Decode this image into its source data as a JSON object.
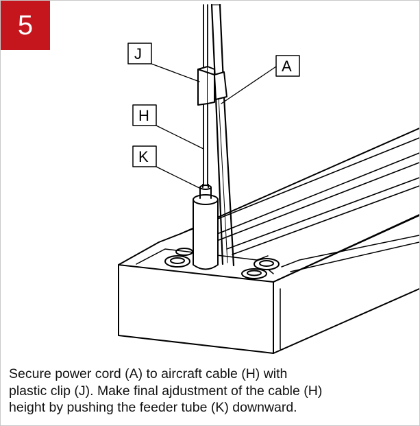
{
  "step": {
    "number": "5",
    "color": "#c4161c"
  },
  "labels": {
    "J": "J",
    "A": "A",
    "H": "H",
    "K": "K"
  },
  "caption": {
    "line1": "Secure power cord (A) to aircraft cable (H) with",
    "line2": "plastic clip (J). Make final ajdustment of the cable (H)",
    "line3": "height by pushing the feeder tube (K) downward."
  }
}
